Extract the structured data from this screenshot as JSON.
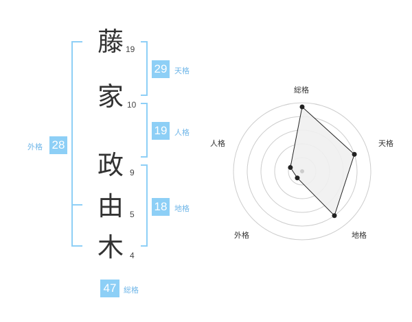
{
  "name": {
    "chars": [
      {
        "char": "藤",
        "strokes": "19"
      },
      {
        "char": "家",
        "strokes": "10"
      },
      {
        "char": "政",
        "strokes": "9"
      },
      {
        "char": "由",
        "strokes": "5"
      },
      {
        "char": "木",
        "strokes": "4"
      }
    ]
  },
  "fortunes": {
    "tenkaku": {
      "value": "29",
      "label": "天格"
    },
    "jinkaku": {
      "value": "19",
      "label": "人格"
    },
    "chikaku": {
      "value": "18",
      "label": "地格"
    },
    "gaikaku": {
      "value": "28",
      "label": "外格"
    },
    "soukaku": {
      "value": "47",
      "label": "総格"
    }
  },
  "chart_data": {
    "type": "radar",
    "axes": [
      "総格",
      "天格",
      "地格",
      "外格",
      "人格"
    ],
    "values": [
      4.7,
      4.0,
      4.0,
      0.6,
      0.9
    ],
    "rmax": 5,
    "rings": 5,
    "colors": {
      "fill": "#f0f0f0",
      "line": "#222222",
      "grid": "#cccccc",
      "center": "#cccccc"
    }
  },
  "colors": {
    "accent": "#8dcff6",
    "accent_text": "#6fb6e8"
  }
}
